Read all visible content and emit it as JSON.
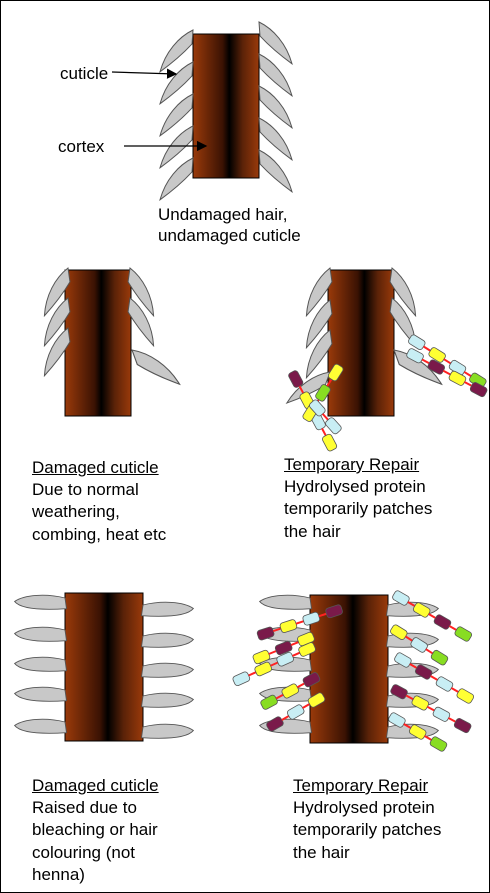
{
  "labels": {
    "cuticle": "cuticle",
    "cortex": "cortex"
  },
  "captions": {
    "undamaged": {
      "line1": "Undamaged hair,",
      "line2": "undamaged cuticle"
    },
    "damaged_normal": {
      "title": "Damaged cuticle",
      "line1": "Due to normal",
      "line2": "weathering,",
      "line3": "combing, heat etc"
    },
    "repair_1": {
      "title": "Temporary Repair",
      "line1": "Hydrolysed protein",
      "line2": "temporarily patches",
      "line3": "the hair"
    },
    "damaged_raised": {
      "title": "Damaged cuticle",
      "line1": "Raised due to",
      "line2": "bleaching or hair",
      "line3": "colouring (not",
      "line4": "henna)"
    },
    "repair_2": {
      "title": "Temporary Repair",
      "line1": "Hydrolysed protein",
      "line2": "temporarily patches",
      "line3": "the hair"
    }
  },
  "colors": {
    "cortex_edge": "#9a3a0a",
    "cortex_core": "#000000",
    "cuticle_fill": "#c8c8c8",
    "cuticle_stroke": "#555555",
    "protein_bead_colors": [
      "#c8eef4",
      "#ffff33",
      "#88dd22",
      "#7a1a4a",
      "#ff2222"
    ]
  }
}
